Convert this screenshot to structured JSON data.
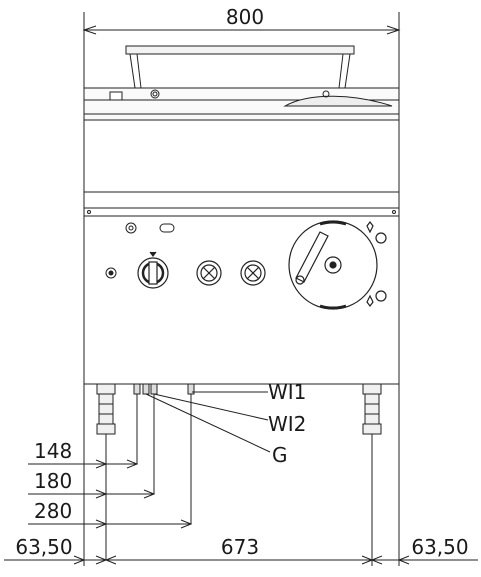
{
  "dimensions": {
    "overall_width": "800",
    "offset_148": "148",
    "offset_180": "180",
    "offset_280": "280",
    "left_margin": "63,50",
    "foot_spacing": "673",
    "right_margin": "63,50"
  },
  "connections": {
    "water_inlet_1": "WI1",
    "water_inlet_2": "WI2",
    "gas": "G"
  }
}
